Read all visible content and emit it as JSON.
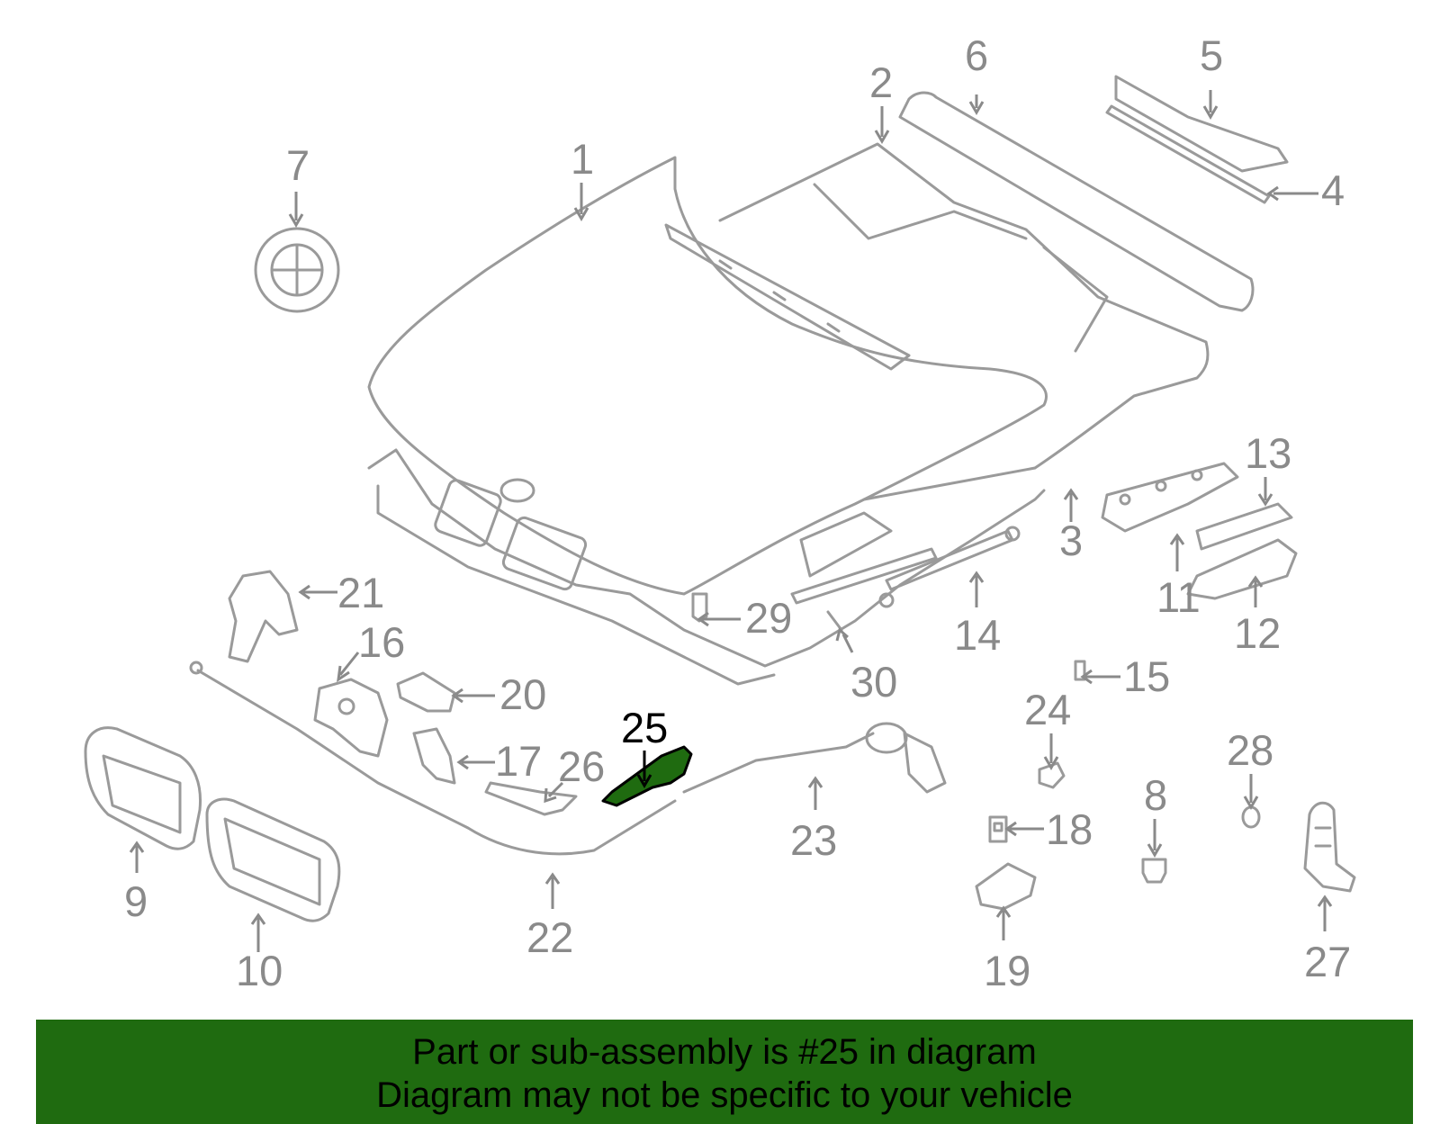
{
  "highlight": {
    "part_number": "25",
    "color": "#1f6b10"
  },
  "callouts": {
    "n1": "1",
    "n2": "2",
    "n3": "3",
    "n4": "4",
    "n5": "5",
    "n6": "6",
    "n7": "7",
    "n8": "8",
    "n9": "9",
    "n10": "10",
    "n11": "11",
    "n12": "12",
    "n13": "13",
    "n14": "14",
    "n15": "15",
    "n16": "16",
    "n17": "17",
    "n18": "18",
    "n19": "19",
    "n20": "20",
    "n21": "21",
    "n22": "22",
    "n23": "23",
    "n24": "24",
    "n25": "25",
    "n26": "26",
    "n27": "27",
    "n28": "28",
    "n29": "29",
    "n30": "30"
  },
  "banner": {
    "line1": "Part or sub-assembly is #25 in diagram",
    "line2": "Diagram may not be specific to your vehicle",
    "background": "#1f6b10",
    "text_color": "#000000"
  }
}
